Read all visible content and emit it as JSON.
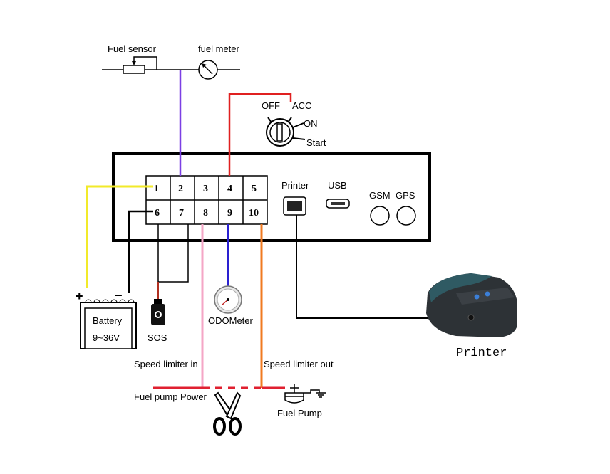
{
  "title": "GPS tracker wiring diagram",
  "colors": {
    "fuel_sensor_wire": "#7b3fe4",
    "acc_wire": "#e02020",
    "battery_plus_wire": "#f2ea2a",
    "ground_wire": "#000000",
    "speed_in_wire": "#f4a6c6",
    "odometer_wire": "#2a20d0",
    "speed_out_wire": "#f07a20",
    "fuel_pump_power": "#e02030"
  },
  "labels": {
    "fuel_sensor": "Fuel sensor",
    "fuel_meter": "fuel meter",
    "ignition_off": "OFF",
    "ignition_acc": "ACC",
    "ignition_on": "ON",
    "ignition_start": "Start",
    "printer_port": "Printer",
    "usb_port": "USB",
    "gsm": "GSM",
    "gps": "GPS",
    "battery_plus": "+",
    "battery_minus": "−",
    "battery": "Battery",
    "battery_voltage": "9~36V",
    "sos": "SOS",
    "odometer": "ODOMeter",
    "speed_limiter_in": "Speed limiter in",
    "speed_limiter_out": "Speed limiter out",
    "fuel_pump_power": "Fuel pump Power",
    "fuel_pump": "Fuel Pump",
    "printer_device": "Printer"
  },
  "pins": [
    "1",
    "2",
    "3",
    "4",
    "5",
    "6",
    "7",
    "8",
    "9",
    "10"
  ]
}
